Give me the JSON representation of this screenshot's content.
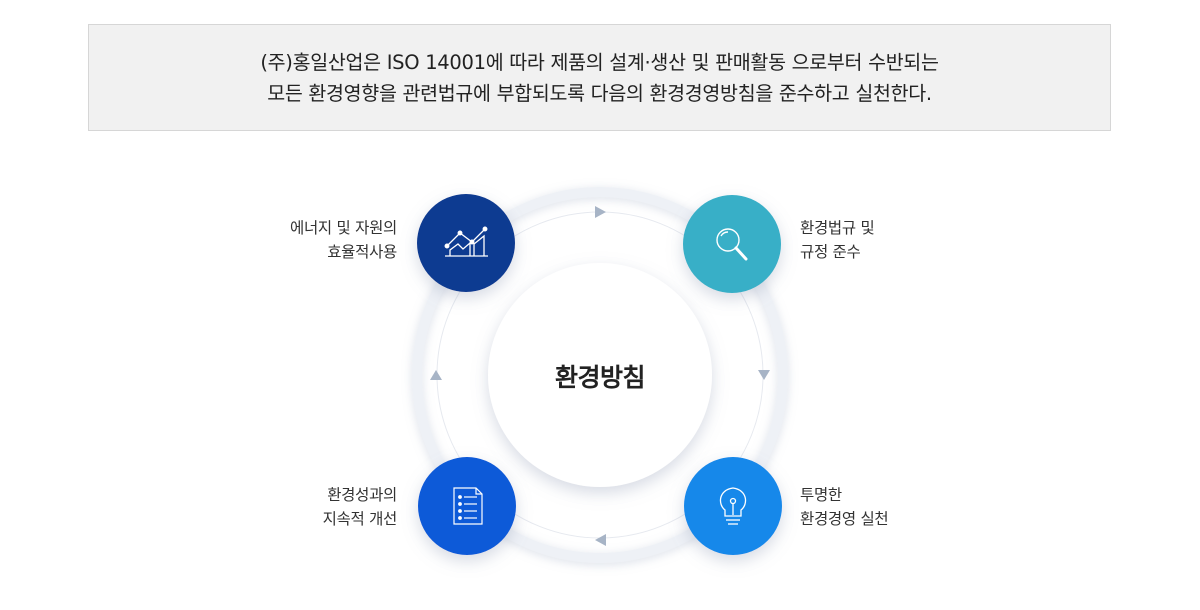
{
  "intro": {
    "line1": "(주)홍일산업은 ISO 14001에 따라 제품의 설계·생산 및 판매활동 으로부터 수반되는",
    "line2": "모든 환경영향을 관련법규에 부합되도록 다음의 환경경영방침을 준수하고 실천한다."
  },
  "center": {
    "title": "환경방침"
  },
  "policies": [
    {
      "id": "efficiency",
      "line1": "에너지 및 자원의",
      "line2": "효율적사용",
      "icon": "chart-icon",
      "color": "#0d3b91"
    },
    {
      "id": "compliance",
      "line1": "환경법규 및",
      "line2": "규정 준수",
      "icon": "magnifier-icon",
      "color": "#37afc7"
    },
    {
      "id": "performance",
      "line1": "환경성과의",
      "line2": "지속적 개선",
      "icon": "checklist-icon",
      "color": "#0a5ad8"
    },
    {
      "id": "transparency",
      "line1": "투명한",
      "line2": "환경경영 실천",
      "icon": "lightbulb-icon",
      "color": "#1488ea"
    }
  ]
}
